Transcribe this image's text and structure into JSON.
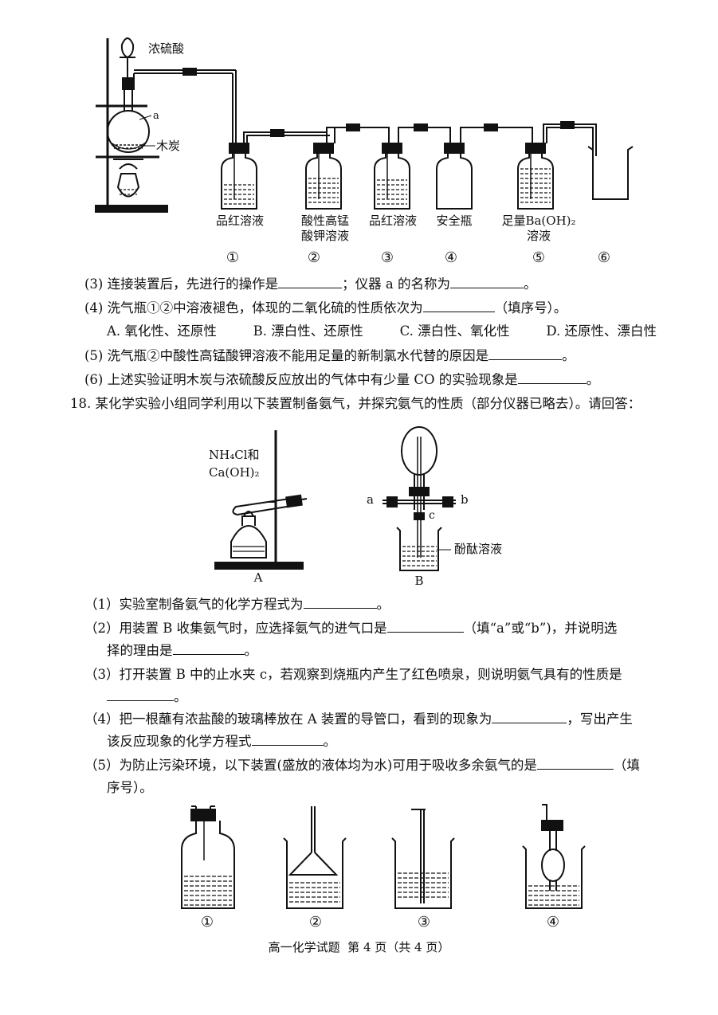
{
  "top_figure": {
    "acid_label": "浓硫酸",
    "a_label": "a",
    "charcoal_label": "木炭",
    "bottles": [
      {
        "name": "品红溶液",
        "num": "①"
      },
      {
        "name": "酸性高锰\n酸钾溶液",
        "num": "②"
      },
      {
        "name": "品红溶液",
        "num": "③"
      },
      {
        "name": "安全瓶",
        "num": "④"
      },
      {
        "name": "足量Ba(OH)₂\n溶液",
        "num": "⑤"
      },
      {
        "name": "",
        "num": "⑥"
      }
    ]
  },
  "q17": {
    "s3_a": "(3) 连接装置后，先进行的操作是",
    "s3_b": "；仪器 a 的名称为",
    "s3_c": "。",
    "s4_a": "(4) 洗气瓶①②中溶液褪色，体现的二氧化硫的性质依次为",
    "s4_b": "（填序号）。",
    "options": [
      "A. 氧化性、还原性",
      "B. 漂白性、还原性",
      "C. 漂白性、氧化性",
      "D. 还原性、漂白性"
    ],
    "s5_a": "(5) 洗气瓶②中酸性高锰酸钾溶液不能用足量的新制氯水代替的原因是",
    "s5_b": "。",
    "s6_a": "(6) 上述实验证明木炭与浓硫酸反应放出的气体中有少量 CO 的实验现象是",
    "s6_b": "。"
  },
  "q18": {
    "stem": "18. 某化学实验小组同学利用以下装置制备氨气，并探究氨气的性质（部分仪器已略去）。请回答：",
    "figA": {
      "reagent1": "NH₄Cl和",
      "reagent2": "Ca(OH)₂",
      "label": "A"
    },
    "figB": {
      "a": "a",
      "b": "b",
      "c": "c",
      "solution": "酚酞溶液",
      "label": "B"
    },
    "s1_a": "（1）实验室制备氨气的化学方程式为",
    "s1_b": "。",
    "s2_a": "（2）用装置 B 收集氨气时，应选择氨气的进气口是",
    "s2_b": "（填“a”或“b”)，并说明选",
    "s2_c": "择的理由是",
    "s2_d": "。",
    "s3_a": "（3）打开装置 B 中的止水夹 c，若观察到烧瓶内产生了红色喷泉，则说明氨气具有的性质是",
    "s3_b": "。",
    "s4_a": "（4）把一根蘸有浓盐酸的玻璃棒放在 A 装置的导管口，看到的现象为",
    "s4_b": "，写出产生",
    "s4_c": "该反应现象的化学方程式",
    "s4_d": "。",
    "s5_a": "（5）为防止污染环境，以下装置(盛放的液体均为水)可用于吸收多余氨气的是",
    "s5_b": "（填",
    "s5_c": "序号）。",
    "absorbers": [
      "①",
      "②",
      "③",
      "④"
    ]
  },
  "footer": "高一化学试题  第 4 页（共 4 页）"
}
